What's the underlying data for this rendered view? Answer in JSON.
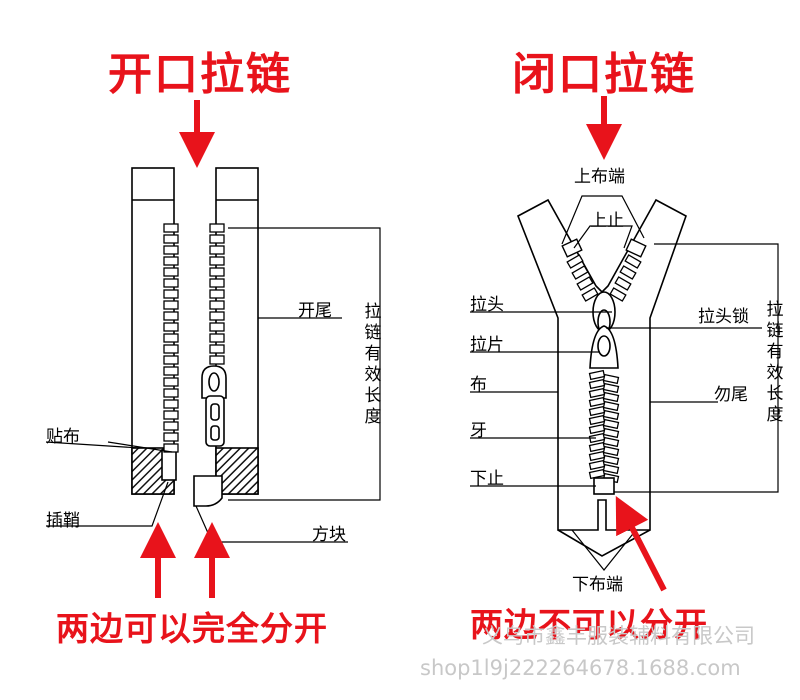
{
  "left": {
    "title": "开口拉链",
    "caption": "两边可以完全分开",
    "labels": {
      "open_end": "开尾",
      "effective_length": "拉链有效长度",
      "reinforcement": "贴布",
      "insertion_pin": "插鞘",
      "box": "方块"
    }
  },
  "right": {
    "title": "闭口拉链",
    "caption": "两边不可以分开",
    "labels": {
      "top_tape_end": "上布端",
      "top_stop": "上止",
      "slider": "拉头",
      "puller": "拉片",
      "tape": "布",
      "teeth": "牙",
      "bottom_stop": "下止",
      "slider_lock": "拉头锁",
      "closed_end": "勿尾",
      "effective_length": "拉链有效长度",
      "bottom_tape_end": "下布端"
    }
  },
  "watermark": {
    "line1": "义乌市鑫丰服装辅料有限公司",
    "line2": "shop1l9j222264678.1688.com"
  },
  "colors": {
    "accent": "#e8131b",
    "line": "#000000",
    "watermark": "#c8c8c8"
  }
}
